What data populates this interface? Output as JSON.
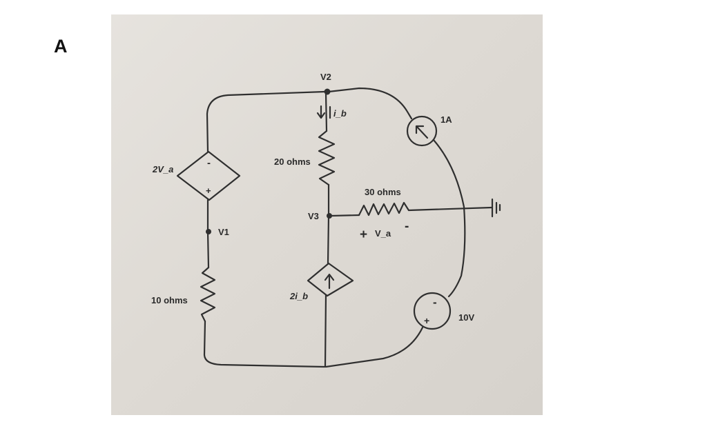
{
  "page_label": "A",
  "nodes": {
    "v1": "V1",
    "v2": "V2",
    "v3": "V3"
  },
  "components": {
    "dependent_voltage_source": {
      "label": "2V_a",
      "top_sign": "-",
      "bottom_sign": "+"
    },
    "resistor_10": {
      "label": "10 ohms"
    },
    "resistor_20": {
      "label": "20 ohms"
    },
    "resistor_30": {
      "label": "30 ohms",
      "plus_sign": "+",
      "minus_sign": "-",
      "voltage_label": "V_a"
    },
    "current_ib": {
      "label": "i_b"
    },
    "dependent_current_source": {
      "label": "2i_b"
    },
    "current_source": {
      "label": "1A"
    },
    "voltage_source": {
      "label": "10V",
      "top_sign": "-",
      "bottom_sign": "+"
    }
  }
}
